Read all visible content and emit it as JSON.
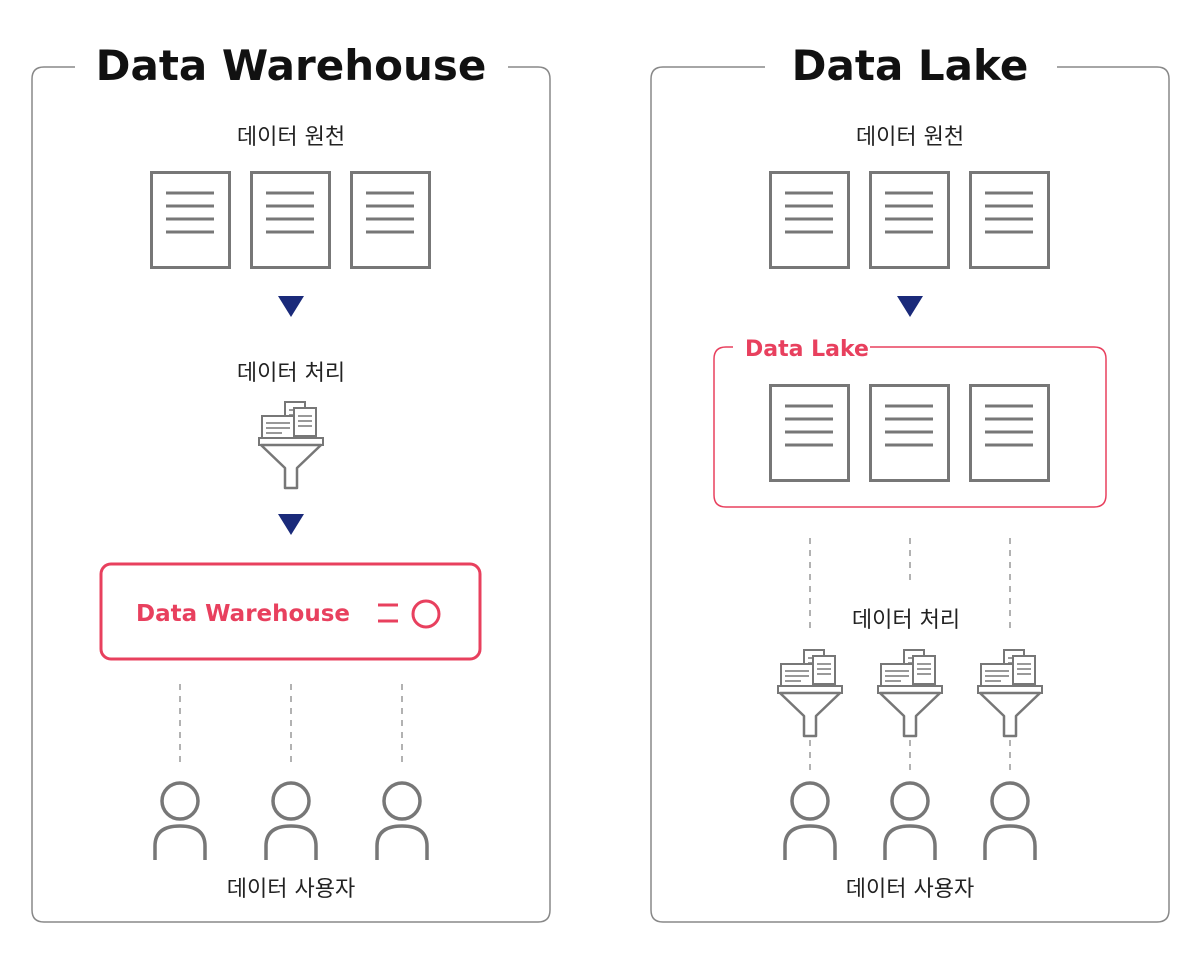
{
  "colors": {
    "accent": "#e8405e",
    "arrow": "#1a2a7a",
    "icon": "#777777",
    "frame": "#888888",
    "dashed": "#999999"
  },
  "warehouse_panel": {
    "title": "Data Warehouse",
    "source_label": "데이터 원천",
    "processing_label": "데이터 처리",
    "store_label": "Data Warehouse",
    "users_label": "데이터 사용자",
    "icons": {
      "source": "document-icon",
      "processing": "funnel-icon",
      "store": "database-icon",
      "user": "user-icon"
    }
  },
  "lake_panel": {
    "title": "Data Lake",
    "source_label": "데이터 원천",
    "lake_label": "Data Lake",
    "processing_label": "데이터 처리",
    "users_label": "데이터 사용자",
    "icons": {
      "source": "document-icon",
      "processing": "funnel-icon",
      "user": "user-icon"
    }
  }
}
